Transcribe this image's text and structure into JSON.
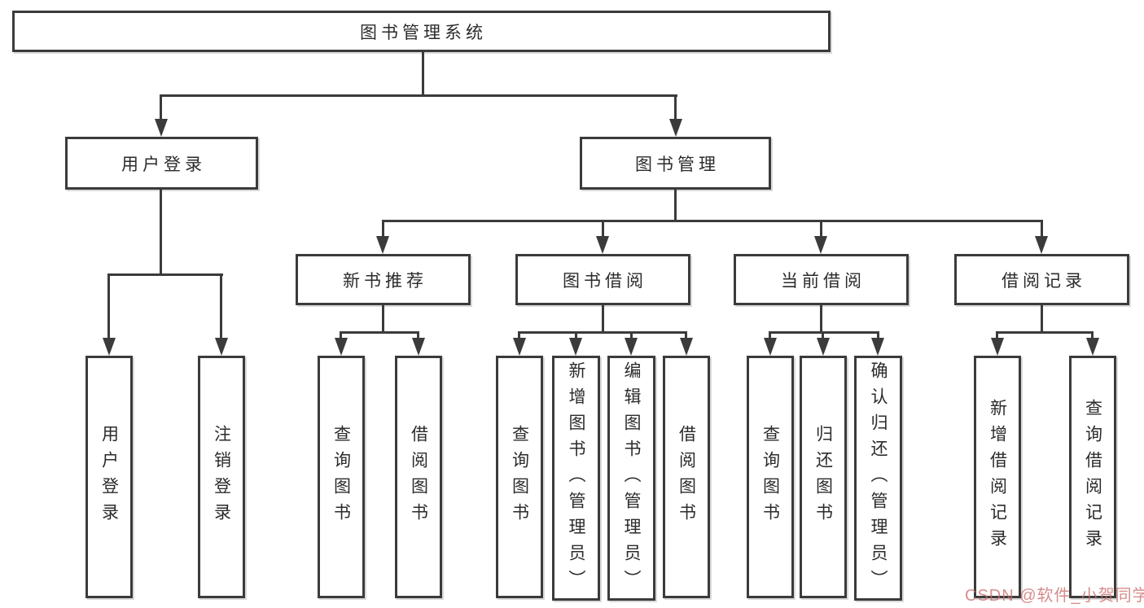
{
  "tree": {
    "root": {
      "label": "图书管理系统"
    },
    "user_login_branch": {
      "label": "用户登录",
      "leaves": [
        {
          "label": "用户登录"
        },
        {
          "label": "注销登录"
        }
      ]
    },
    "book_management_branch": {
      "label": "图书管理",
      "groups": [
        {
          "label": "新书推荐",
          "leaves": [
            {
              "label": "查询图书"
            },
            {
              "label": "借阅图书"
            }
          ]
        },
        {
          "label": "图书借阅",
          "leaves": [
            {
              "label": "查询图书"
            },
            {
              "label": "新增图书（管理员）"
            },
            {
              "label": "编辑图书（管理员）"
            },
            {
              "label": "借阅图书"
            }
          ]
        },
        {
          "label": "当前借阅",
          "leaves": [
            {
              "label": "查询图书"
            },
            {
              "label": "归还图书"
            },
            {
              "label": "确认归还（管理员）"
            }
          ]
        },
        {
          "label": "借阅记录",
          "leaves": [
            {
              "label": "新增借阅记录"
            },
            {
              "label": "查询借阅记录"
            }
          ]
        }
      ]
    }
  },
  "watermark": {
    "text": "CSDN @软件_小贺同学",
    "color": "#cb6c6c"
  },
  "colors": {
    "line": "#3b3b3b",
    "text": "#2b2b2b",
    "background": "#ffffff"
  }
}
